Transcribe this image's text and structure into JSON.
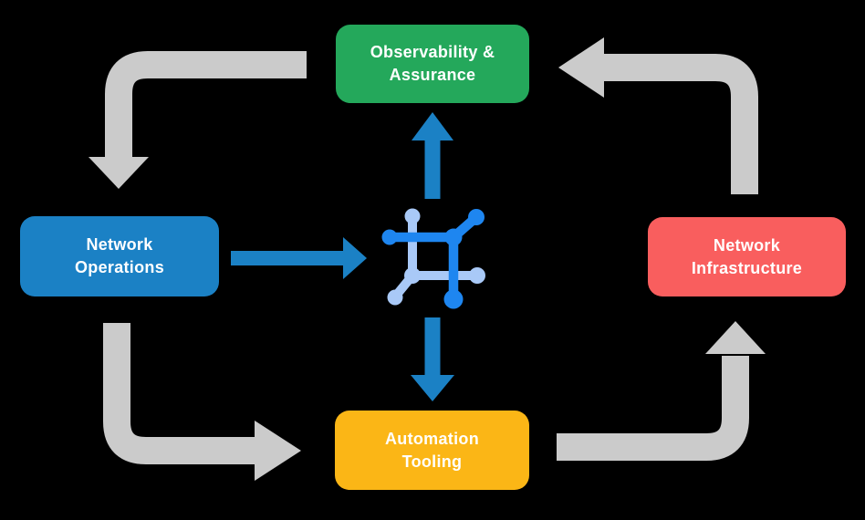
{
  "diagram": {
    "type": "cycle-flow",
    "background_color": "#000000",
    "nodes": {
      "observability": {
        "label": "Observability &\nAssurance",
        "color": "#24A85B",
        "text_color": "#FFFFFF"
      },
      "operations": {
        "label": "Network\nOperations",
        "color": "#1B81C5",
        "text_color": "#FFFFFF"
      },
      "infrastructure": {
        "label": "Network\nInfrastructure",
        "color": "#F95E5E",
        "text_color": "#FFFFFF"
      },
      "tooling": {
        "label": "Automation\nTooling",
        "color": "#FBB616",
        "text_color": "#FFFFFF"
      }
    },
    "center_icon": {
      "name": "network-grid-icon",
      "color_dark": "#1E86F0",
      "color_light": "#A9C9F7"
    },
    "outer_cycle": {
      "color": "#CBCBCB",
      "flows": [
        {
          "from": "observability",
          "to": "operations"
        },
        {
          "from": "operations",
          "to": "tooling"
        },
        {
          "from": "tooling",
          "to": "infrastructure"
        },
        {
          "from": "infrastructure",
          "to": "observability"
        }
      ]
    },
    "inner_flows": {
      "color": "#1B81C5",
      "flows": [
        {
          "from": "operations",
          "to": "center-icon"
        },
        {
          "from": "center-icon",
          "to": "observability"
        },
        {
          "from": "center-icon",
          "to": "tooling"
        }
      ]
    }
  }
}
